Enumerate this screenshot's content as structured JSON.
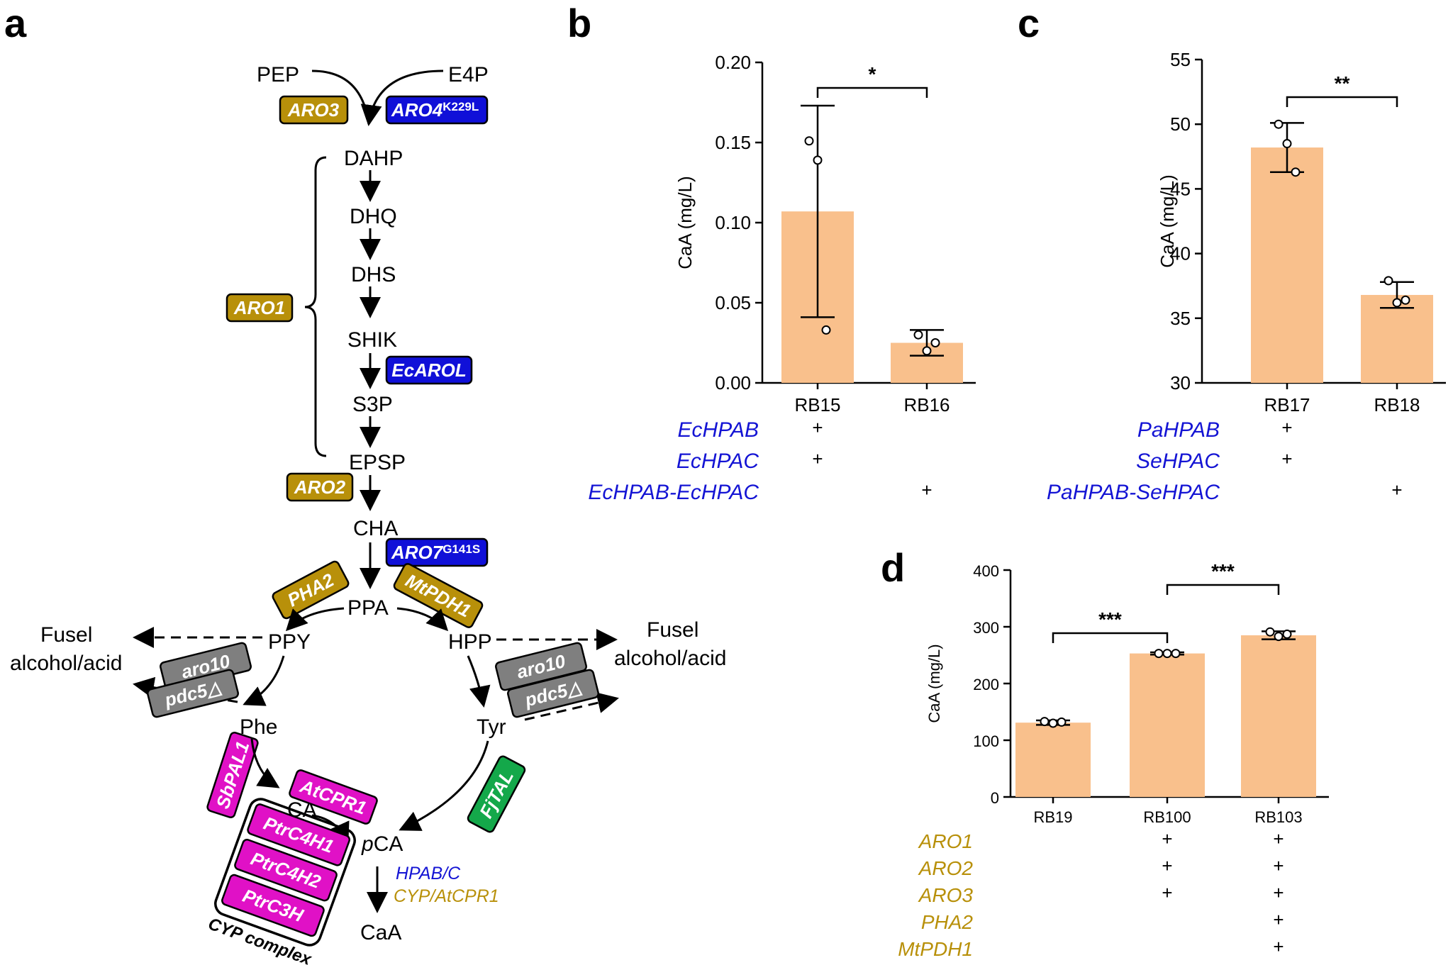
{
  "panels": {
    "a": "a",
    "b": "b",
    "c": "c",
    "d": "d"
  },
  "pathway": {
    "metabolites": {
      "pep": "PEP",
      "e4p": "E4P",
      "dahp": "DAHP",
      "dhq": "DHQ",
      "dhs": "DHS",
      "shik": "SHIK",
      "s3p": "S3P",
      "epsp": "EPSP",
      "cha": "CHA",
      "ppa": "PPA",
      "ppy": "PPY",
      "hpp": "HPP",
      "phe": "Phe",
      "tyr": "Tyr",
      "ca": "CA",
      "pca_p": "p",
      "pca": "CA",
      "caa": "CaA",
      "fusel_left_1": "Fusel",
      "fusel_left_2": "alcohol/acid",
      "fusel_right_1": "Fusel",
      "fusel_right_2": "alcohol/acid"
    },
    "enzymes": {
      "aro3": "ARO3",
      "aro4": "ARO4",
      "aro4_sup": "K229L",
      "aro1": "ARO1",
      "ecarol": "EcAROL",
      "aro2": "ARO2",
      "aro7": "ARO7",
      "aro7_sup": "G141S",
      "pha2": "PHA2",
      "mtpdh1": "MtPDH1",
      "aro10_left": "aro10",
      "pdc5_left": "pdc5△",
      "aro10_right": "aro10",
      "pdc5_right": "pdc5△",
      "sbpal1": "SbPAL1",
      "fjtal": "FjTAL",
      "atcpr1": "AtCPR1",
      "ptrc4h1": "PtrC4H1",
      "ptrc4h2": "PtrC4H2",
      "ptrc3h": "PtrC3H",
      "cyp_complex": "CYP complex",
      "hpab_c": "HPAB/C",
      "cyp_atcpr1": "CYP/AtCPR1"
    },
    "colors": {
      "native": "#b8900a",
      "heterologous_blue": "#1010d8",
      "deleted": "#7f7f7f",
      "p450": "#e011c6",
      "tal": "#14a84a"
    }
  },
  "chart_data": [
    {
      "panel": "b",
      "type": "bar",
      "categories": [
        "RB15",
        "RB16"
      ],
      "values": [
        0.107,
        0.025
      ],
      "error": [
        0.066,
        0.008
      ],
      "points": [
        [
          0.151,
          0.139,
          0.033
        ],
        [
          0.03,
          0.02,
          0.025
        ]
      ],
      "ylabel": "CaA (mg/L)",
      "ylim": [
        0,
        0.2
      ],
      "yticks": [
        "0.00",
        "0.05",
        "0.10",
        "0.15",
        "0.20"
      ],
      "significance": [
        {
          "from": "RB15",
          "to": "RB16",
          "label": "*"
        }
      ],
      "genotype_rows": [
        {
          "gene": "EcHPAB",
          "marks": [
            "+",
            ""
          ]
        },
        {
          "gene": "EcHPAC",
          "marks": [
            "+",
            ""
          ]
        },
        {
          "gene": "EcHPAB-EcHPAC",
          "marks": [
            "",
            "+"
          ]
        }
      ],
      "bar_color": "#f9c08c"
    },
    {
      "panel": "c",
      "type": "bar",
      "categories": [
        "RB17",
        "RB18"
      ],
      "values": [
        48.2,
        36.8
      ],
      "error": [
        1.9,
        1.0
      ],
      "points": [
        [
          50.0,
          48.5,
          46.3
        ],
        [
          37.9,
          36.2,
          36.4
        ]
      ],
      "ylabel": "CaA (mg/L)",
      "ylim": [
        30,
        55
      ],
      "yticks": [
        "30",
        "35",
        "40",
        "45",
        "50",
        "55"
      ],
      "significance": [
        {
          "from": "RB17",
          "to": "RB18",
          "label": "**"
        }
      ],
      "genotype_rows": [
        {
          "gene": "PaHPAB",
          "marks": [
            "+",
            ""
          ]
        },
        {
          "gene": "SeHPAC",
          "marks": [
            "+",
            ""
          ]
        },
        {
          "gene": "PaHPAB-SeHPAC",
          "marks": [
            "",
            "+"
          ]
        }
      ],
      "bar_color": "#f9c08c"
    },
    {
      "panel": "d",
      "type": "bar",
      "categories": [
        "RB19",
        "RB100",
        "RB103"
      ],
      "values": [
        131,
        253,
        285
      ],
      "error": [
        4,
        2,
        7
      ],
      "points": [
        [
          133,
          130,
          132
        ],
        [
          253,
          253,
          253
        ],
        [
          291,
          283,
          287
        ]
      ],
      "ylabel": "CaA (mg/L)",
      "ylim": [
        0,
        400
      ],
      "yticks": [
        "0",
        "100",
        "200",
        "300",
        "400"
      ],
      "significance": [
        {
          "from": "RB19",
          "to": "RB100",
          "label": "***"
        },
        {
          "from": "RB100",
          "to": "RB103",
          "label": "***"
        }
      ],
      "genotype_rows": [
        {
          "gene": "ARO1",
          "marks": [
            "",
            "+",
            "+"
          ]
        },
        {
          "gene": "ARO2",
          "marks": [
            "",
            "+",
            "+"
          ]
        },
        {
          "gene": "ARO3",
          "marks": [
            "",
            "+",
            "+"
          ]
        },
        {
          "gene": "PHA2",
          "marks": [
            "",
            "",
            "+"
          ]
        },
        {
          "gene": "MtPDH1",
          "marks": [
            "",
            "",
            "+"
          ]
        }
      ],
      "bar_color": "#f9c08c"
    }
  ]
}
